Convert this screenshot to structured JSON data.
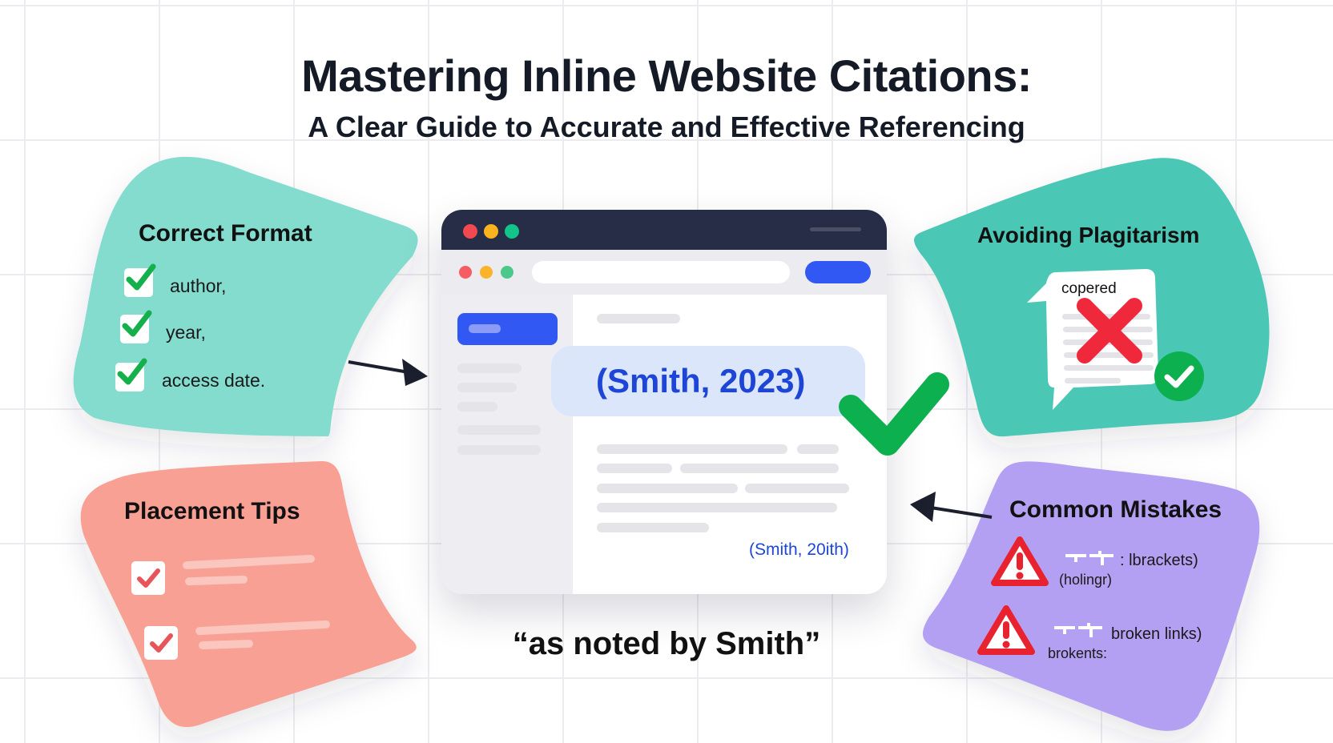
{
  "header": {
    "title": "Mastering Inline Website Citations:",
    "subtitle": "A Clear Guide to Accurate and Effective Referencing"
  },
  "colors": {
    "background": "#ffffff",
    "grid": "#ececf0",
    "text_dark": "#141a26",
    "teal_light": "#84dccf",
    "teal": "#4cc7b6",
    "coral": "#f8a094",
    "lavender": "#b4a0f2",
    "browser_titlebar": "#272c47",
    "accent_blue": "#3158f2",
    "citation_blue": "#1d46d6",
    "citation_bg": "#dbe6fb",
    "success_green": "#0cb04f",
    "error_red": "#f0283c"
  },
  "cards": {
    "correct_format": {
      "title": "Correct Format",
      "items": [
        {
          "label": "author,",
          "icon": "check-icon"
        },
        {
          "label": "year,",
          "icon": "check-icon"
        },
        {
          "label": "access date.",
          "icon": "check-icon"
        }
      ]
    },
    "avoiding_plagiarism": {
      "title": "Avoiding Plagitarism",
      "document_label": "copered",
      "icons": [
        "x-mark-icon",
        "check-circle-icon"
      ]
    },
    "placement_tips": {
      "title": "Placement Tips",
      "items": [
        {
          "icon": "checkbox-checked-icon"
        },
        {
          "icon": "checkbox-checked-icon"
        }
      ]
    },
    "common_mistakes": {
      "title": "Common Mistakes",
      "items": [
        {
          "label": ": lbrackets)",
          "sublabel": "(holingr)",
          "icon": "warning-icon"
        },
        {
          "label": "broken links)",
          "sublabel": "brokents:",
          "icon": "warning-icon"
        }
      ]
    }
  },
  "browser": {
    "window_controls": [
      "close",
      "minimize",
      "maximize"
    ],
    "citation_main": "(Smith, 2023)",
    "citation_secondary": "(Smith, 20ith)",
    "status_icon": "check-icon"
  },
  "footer": {
    "quote": "“as noted by Smith”"
  }
}
